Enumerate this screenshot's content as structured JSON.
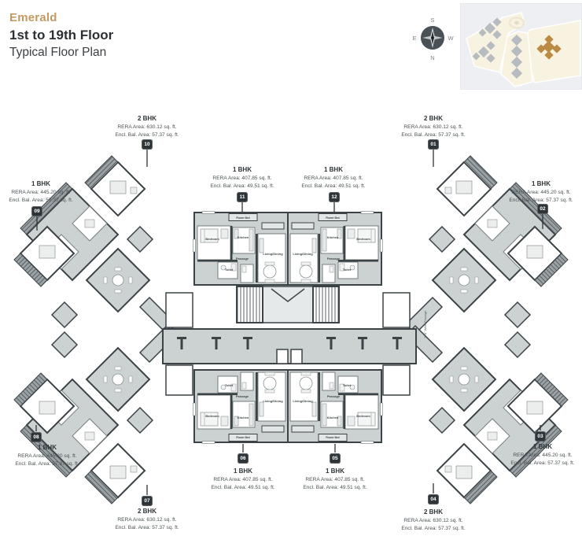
{
  "header": {
    "project": "Emerald",
    "floor_range": "1st to 19th Floor",
    "plan_type": "Typical Floor Plan"
  },
  "compass": {
    "north": "N",
    "south": "S",
    "east": "E",
    "west": "W"
  },
  "rooms": {
    "bedroom": "Bedroom",
    "kitchen": "Kitchen",
    "living_dining": "Living/Dining",
    "toilet": "Toilet",
    "passage": "Passage",
    "flower_bed": "Flower Bed"
  },
  "annotations": {
    "wide_passage": "5'-0\" Wide Passage"
  },
  "units": {
    "u01": {
      "number": "01",
      "type": "2 BHK",
      "rera": "RERA Area: 630.12 sq. ft.",
      "encl": "Encl. Bal. Area: 57.37 sq. ft."
    },
    "u02": {
      "number": "02",
      "type": "1 BHK",
      "rera": "RERA Area: 445.20 sq. ft.",
      "encl": "Encl. Bal. Area: 57.37 sq. ft."
    },
    "u03": {
      "number": "03",
      "type": "1 BHK",
      "rera": "RERA Area: 445.20 sq. ft.",
      "encl": "Encl. Bal. Area: 57.37 sq. ft."
    },
    "u04": {
      "number": "04",
      "type": "2 BHK",
      "rera": "RERA Area: 630.12 sq. ft.",
      "encl": "Encl. Bal. Area: 57.37 sq. ft."
    },
    "u05": {
      "number": "05",
      "type": "1 BHK",
      "rera": "RERA Area: 407.85 sq. ft.",
      "encl": "Encl. Bal. Area: 49.51 sq. ft."
    },
    "u06": {
      "number": "06",
      "type": "1 BHK",
      "rera": "RERA Area: 407.85 sq. ft.",
      "encl": "Encl. Bal. Area: 49.51 sq. ft."
    },
    "u07": {
      "number": "07",
      "type": "2 BHK",
      "rera": "RERA Area: 630.12 sq. ft.",
      "encl": "Encl. Bal. Area: 57.37 sq. ft."
    },
    "u08": {
      "number": "08",
      "type": "1 BHK",
      "rera": "RERA Area: 445.20 sq. ft.",
      "encl": "Encl. Bal. Area: 57.37 sq. ft."
    },
    "u09": {
      "number": "09",
      "type": "1 BHK",
      "rera": "RERA Area: 445.20 sq. ft.",
      "encl": "Encl. Bal. Area: 57.37 sq. ft."
    },
    "u10": {
      "number": "10",
      "type": "2 BHK",
      "rera": "RERA Area: 630.12 sq. ft.",
      "encl": "Encl. Bal. Area: 57.37 sq. ft."
    },
    "u11": {
      "number": "11",
      "type": "1 BHK",
      "rera": "RERA Area: 407.85 sq. ft.",
      "encl": "Encl. Bal. Area: 49.51 sq. ft."
    },
    "u12": {
      "number": "12",
      "type": "1 BHK",
      "rera": "RERA Area: 407.85 sq. ft.",
      "encl": "Encl. Bal. Area: 49.51 sq. ft."
    }
  },
  "colors": {
    "accent_gold": "#c49a62",
    "plan_fill": "#ccd1d1",
    "wall": "#3c4347",
    "badge_bg": "#2e3437",
    "site_cream": "#f8f2e0",
    "site_building_gray": "#b7bcc0",
    "site_building_gold": "#bb8a44"
  }
}
